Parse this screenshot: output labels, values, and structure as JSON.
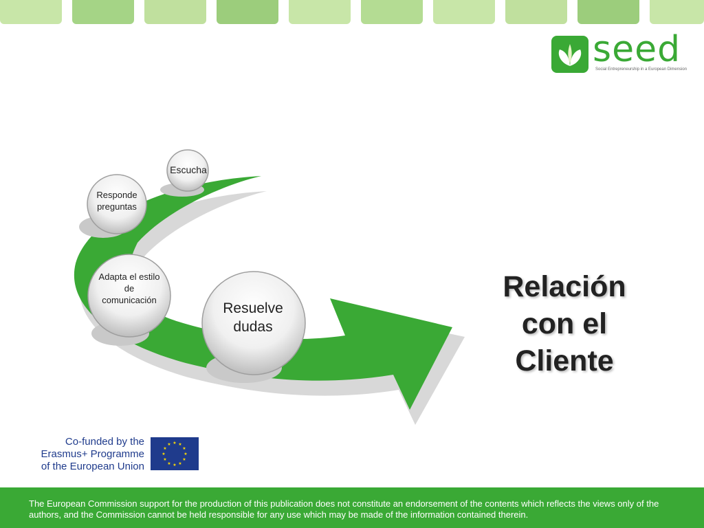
{
  "colors": {
    "green": "#3aa935",
    "light_green": "#c8e6a8",
    "text": "#222222",
    "eu_blue": "#1f3b8c",
    "eu_star": "#ffdd00"
  },
  "logo": {
    "word": "seed",
    "tagline": "Social Entrepreneurship in a European Dimension",
    "icon": "leaf-logo-icon"
  },
  "diagram": {
    "items": [
      {
        "label": "Escucha"
      },
      {
        "label": "Responde preguntas"
      },
      {
        "label": "Adapta el estilo de comunicación"
      },
      {
        "label": "Resuelve dudas"
      }
    ]
  },
  "title": {
    "line1": "Relación",
    "line2": "con el",
    "line3": "Cliente"
  },
  "funding": {
    "line1": "Co-funded by the",
    "line2": "Erasmus+ Programme",
    "line3": "of the European Union",
    "flag_icon": "eu-flag-icon"
  },
  "footer": {
    "disclaimer": "The European Commission support for the production of this publication does not constitute an endorsement of the contents which reflects the views only of the authors, and the Commission cannot be held responsible for any use which may be made of the information contained therein."
  }
}
